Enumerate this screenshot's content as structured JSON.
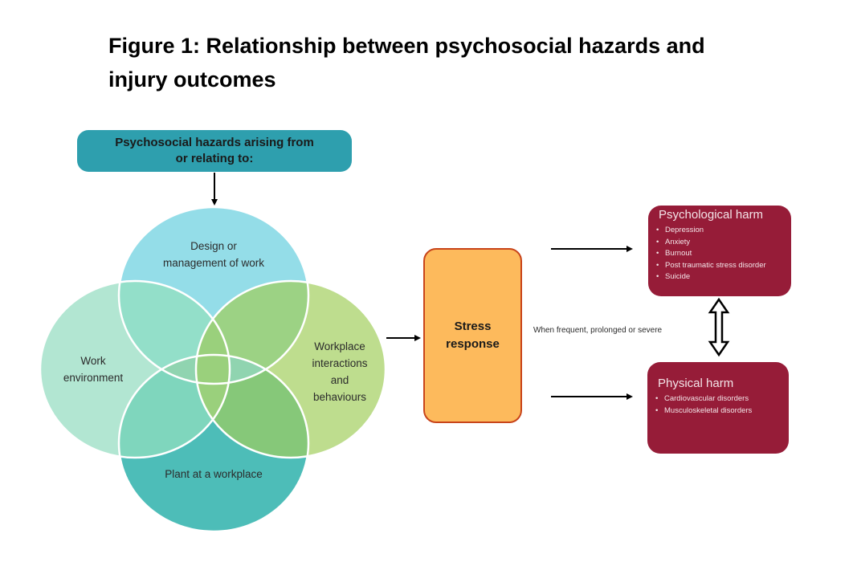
{
  "figure": {
    "title": "Figure 1: Relationship between psychosocial hazards and injury outcomes"
  },
  "hazards_header": {
    "line1": "Psychosocial hazards arising from",
    "line2": "or relating to:",
    "color": "#2e9fae"
  },
  "venn": {
    "circles": [
      {
        "id": "top",
        "lines": [
          "Design or",
          "management of work"
        ],
        "color": "#94dde8"
      },
      {
        "id": "left",
        "lines": [
          "Work",
          "environment"
        ],
        "color": "#b2e6d2"
      },
      {
        "id": "right",
        "lines": [
          "Workplace",
          "interactions",
          "and",
          "behaviours"
        ],
        "color": "#bedd8e"
      },
      {
        "id": "bottom",
        "lines": [
          "Plant at a workplace"
        ],
        "color": "#4dbdb8"
      }
    ]
  },
  "stress": {
    "line1": "Stress",
    "line2": "response",
    "fill": "#fdba5c",
    "border": "#c8441a"
  },
  "condition_label": "When frequent, prolonged or severe",
  "outcomes": {
    "color": "#961c38",
    "psychological": {
      "title": "Psychological harm",
      "items": [
        "Depression",
        "Anxiety",
        "Burnout",
        "Post traumatic stress disorder",
        "Suicide"
      ]
    },
    "physical": {
      "title": "Physical harm",
      "items": [
        "Cardiovascular disorders",
        "Musculoskeletal disorders"
      ]
    }
  }
}
